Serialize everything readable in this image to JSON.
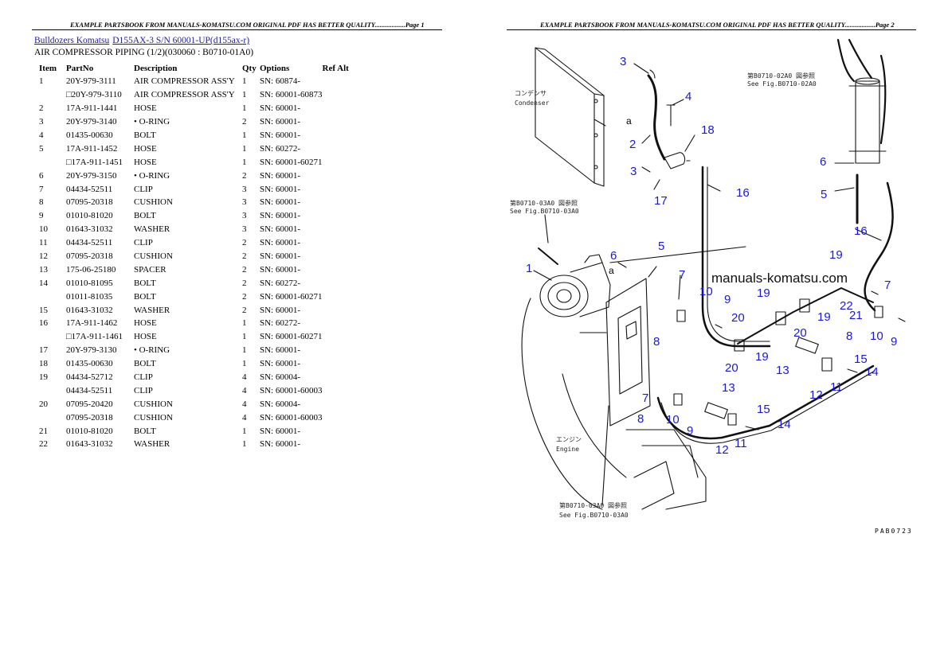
{
  "headers": {
    "left": "EXAMPLE PARTSBOOK FROM MANUALS-KOMATSU.COM ORIGINAL PDF HAS BETTER QUALITY..................Page 1",
    "right": "EXAMPLE PARTSBOOK FROM MANUALS-KOMATSU.COM ORIGINAL PDF HAS BETTER QUALITY..................Page 2"
  },
  "breadcrumb": {
    "link1": "Bulldozers Komatsu",
    "link2": "D155AX-3 S/N 60001-UP(d155ax-r)"
  },
  "section_title": "AIR COMPRESSOR PIPING (1/2)(030060 : B0710-01A0)",
  "table": {
    "headers": {
      "item": "Item",
      "partno": "PartNo",
      "description": "Description",
      "qty": "Qty",
      "options": "Options",
      "refalt": "Ref Alt"
    },
    "rows": [
      {
        "item": "1",
        "partno": "20Y-979-3111",
        "description": "AIR COMPRESSOR ASS'Y",
        "qty": "1",
        "options": "SN: 60874-"
      },
      {
        "item": "",
        "partno": "□20Y-979-3110",
        "description": "AIR COMPRESSOR ASS'Y",
        "qty": "1",
        "options": "SN: 60001-60873"
      },
      {
        "item": "2",
        "partno": "17A-911-1441",
        "description": "HOSE",
        "qty": "1",
        "options": "SN: 60001-"
      },
      {
        "item": "3",
        "partno": "20Y-979-3140",
        "description": "• O-RING",
        "qty": "2",
        "options": "SN: 60001-"
      },
      {
        "item": "4",
        "partno": "01435-00630",
        "description": "BOLT",
        "qty": "1",
        "options": "SN: 60001-"
      },
      {
        "item": "5",
        "partno": "17A-911-1452",
        "description": "HOSE",
        "qty": "1",
        "options": "SN: 60272-"
      },
      {
        "item": "",
        "partno": "□17A-911-1451",
        "description": "HOSE",
        "qty": "1",
        "options": "SN: 60001-60271"
      },
      {
        "item": "6",
        "partno": "20Y-979-3150",
        "description": "• O-RING",
        "qty": "2",
        "options": "SN: 60001-"
      },
      {
        "item": "7",
        "partno": "04434-52511",
        "description": "CLIP",
        "qty": "3",
        "options": "SN: 60001-"
      },
      {
        "item": "8",
        "partno": "07095-20318",
        "description": "CUSHION",
        "qty": "3",
        "options": "SN: 60001-"
      },
      {
        "item": "9",
        "partno": "01010-81020",
        "description": "BOLT",
        "qty": "3",
        "options": "SN: 60001-"
      },
      {
        "item": "10",
        "partno": "01643-31032",
        "description": "WASHER",
        "qty": "3",
        "options": "SN: 60001-"
      },
      {
        "item": "11",
        "partno": "04434-52511",
        "description": "CLIP",
        "qty": "2",
        "options": "SN: 60001-"
      },
      {
        "item": "12",
        "partno": "07095-20318",
        "description": "CUSHION",
        "qty": "2",
        "options": "SN: 60001-"
      },
      {
        "item": "13",
        "partno": "175-06-25180",
        "description": "SPACER",
        "qty": "2",
        "options": "SN: 60001-"
      },
      {
        "item": "14",
        "partno": "01010-81095",
        "description": "BOLT",
        "qty": "2",
        "options": "SN: 60272-"
      },
      {
        "item": "",
        "partno": "01011-81035",
        "description": "BOLT",
        "qty": "2",
        "options": "SN: 60001-60271"
      },
      {
        "item": "15",
        "partno": "01643-31032",
        "description": "WASHER",
        "qty": "2",
        "options": "SN: 60001-"
      },
      {
        "item": "16",
        "partno": "17A-911-1462",
        "description": "HOSE",
        "qty": "1",
        "options": "SN: 60272-"
      },
      {
        "item": "",
        "partno": "□17A-911-1461",
        "description": "HOSE",
        "qty": "1",
        "options": "SN: 60001-60271"
      },
      {
        "item": "17",
        "partno": "20Y-979-3130",
        "description": "• O-RING",
        "qty": "1",
        "options": "SN: 60001-"
      },
      {
        "item": "18",
        "partno": "01435-00630",
        "description": "BOLT",
        "qty": "1",
        "options": "SN: 60001-"
      },
      {
        "item": "19",
        "partno": "04434-52712",
        "description": "CLIP",
        "qty": "4",
        "options": "SN: 60004-"
      },
      {
        "item": "",
        "partno": "04434-52511",
        "description": "CLIP",
        "qty": "4",
        "options": "SN: 60001-60003"
      },
      {
        "item": "20",
        "partno": "07095-20420",
        "description": "CUSHION",
        "qty": "4",
        "options": "SN: 60004-"
      },
      {
        "item": "",
        "partno": "07095-20318",
        "description": "CUSHION",
        "qty": "4",
        "options": "SN: 60001-60003"
      },
      {
        "item": "21",
        "partno": "01010-81020",
        "description": "BOLT",
        "qty": "1",
        "options": "SN: 60001-"
      },
      {
        "item": "22",
        "partno": "01643-31032",
        "description": "WASHER",
        "qty": "1",
        "options": "SN: 60001-"
      }
    ]
  },
  "diagram": {
    "callouts": [
      "3",
      "4",
      "2",
      "18",
      "3",
      "17",
      "16",
      "6",
      "5",
      "16",
      "1",
      "6",
      "5",
      "7",
      "10",
      "9",
      "19",
      "20",
      "19",
      "20",
      "19",
      "7",
      "22",
      "21",
      "8",
      "10",
      "9",
      "20",
      "19",
      "13",
      "15",
      "14",
      "12",
      "11",
      "8",
      "7",
      "10",
      "9",
      "13",
      "15",
      "14",
      "11",
      "12"
    ],
    "labels": {
      "condenser_jp": "コンデンサ",
      "condenser_en": "Condenser",
      "engine_jp": "エンジン",
      "engine_en": "Engine",
      "ref1_jp": "第B0710-02A0 図参照",
      "ref1_en": "See Fig.B0710-02A0",
      "ref2_jp": "第B0710-03A0 図参照",
      "ref2_en": "See Fig.B0710-03A0",
      "ref3_jp": "第B0710-03A0 図参照",
      "ref3_en": "See Fig.B0710-03A0",
      "arrow_a": "a"
    },
    "watermark": "manuals-komatsu.com",
    "plate_code": "PAB0723"
  }
}
